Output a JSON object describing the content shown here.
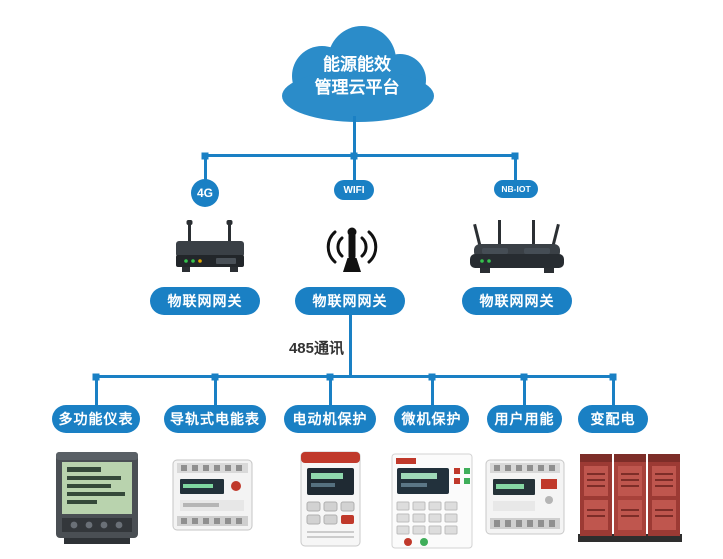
{
  "colors": {
    "primary": "#1a80c4",
    "cloud": "#2b8cc9",
    "text_dark": "#333333",
    "accent_red": "#c0392b"
  },
  "cloud": {
    "title_line1": "能源能效",
    "title_line2": "管理云平台"
  },
  "network": {
    "badges": [
      {
        "label": "4G"
      },
      {
        "label": "WIFI"
      },
      {
        "label": "NB-IOT"
      }
    ],
    "gateways": [
      {
        "label": "物联网网关"
      },
      {
        "label": "物联网网关"
      },
      {
        "label": "物联网网关"
      }
    ],
    "bus_label": "485通讯"
  },
  "devices": [
    {
      "label": "多功能仪表"
    },
    {
      "label": "导轨式电能表"
    },
    {
      "label": "电动机保护"
    },
    {
      "label": "微机保护"
    },
    {
      "label": "用户用能"
    },
    {
      "label": "变配电"
    }
  ]
}
